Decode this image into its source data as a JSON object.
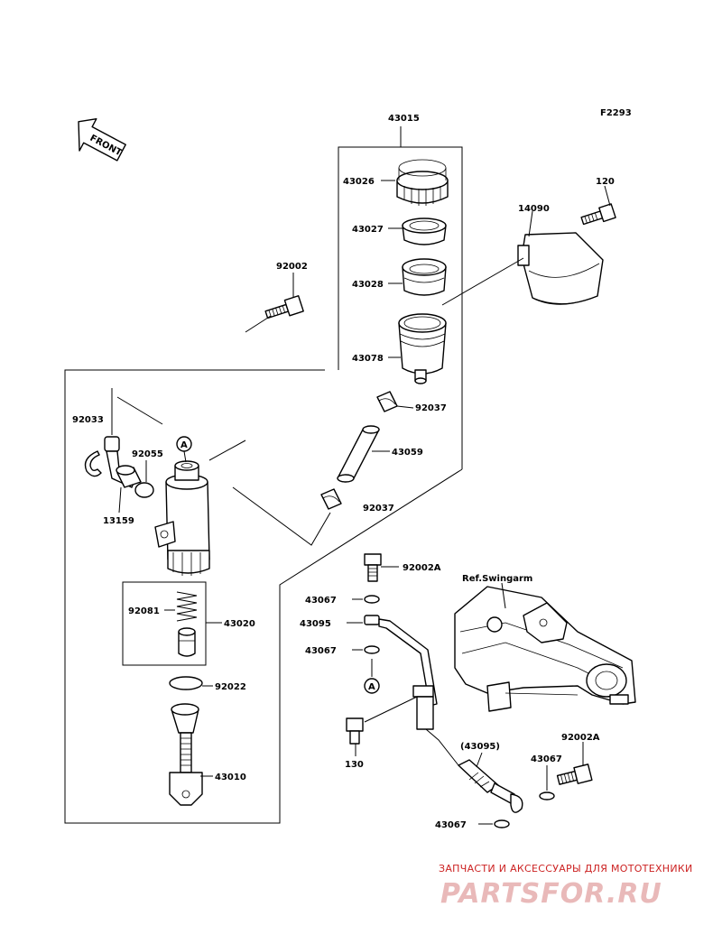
{
  "figure_id": "F2293",
  "front_arrow_label": "FRONT",
  "reference_label": "Ref.Swingarm",
  "callouts": {
    "c43015": "43015",
    "c43026": "43026",
    "c43027": "43027",
    "c43028": "43028",
    "c43078": "43078",
    "c92002": "92002",
    "c14090": "14090",
    "c120": "120",
    "c92037a": "92037",
    "c43059": "43059",
    "c92037b": "92037",
    "c92033": "92033",
    "c92055": "92055",
    "c13159": "13159",
    "c92081": "92081",
    "c43020": "43020",
    "c92022": "92022",
    "c43010": "43010",
    "c92002A_top": "92002A",
    "c43067_1": "43067",
    "c43095": "43095",
    "c43067_2": "43067",
    "c130": "130",
    "c43095_ref": "(43095)",
    "c43067_3": "43067",
    "c92002A_bottom": "92002A",
    "c43067_4": "43067",
    "marker_a1": "A",
    "marker_a2": "A"
  },
  "watermark": {
    "caption": "ЗАПЧАСТИ И АКСЕССУАРЫ ДЛЯ МОТОТЕХНИКИ",
    "brand": "PARTSFOR.RU"
  }
}
